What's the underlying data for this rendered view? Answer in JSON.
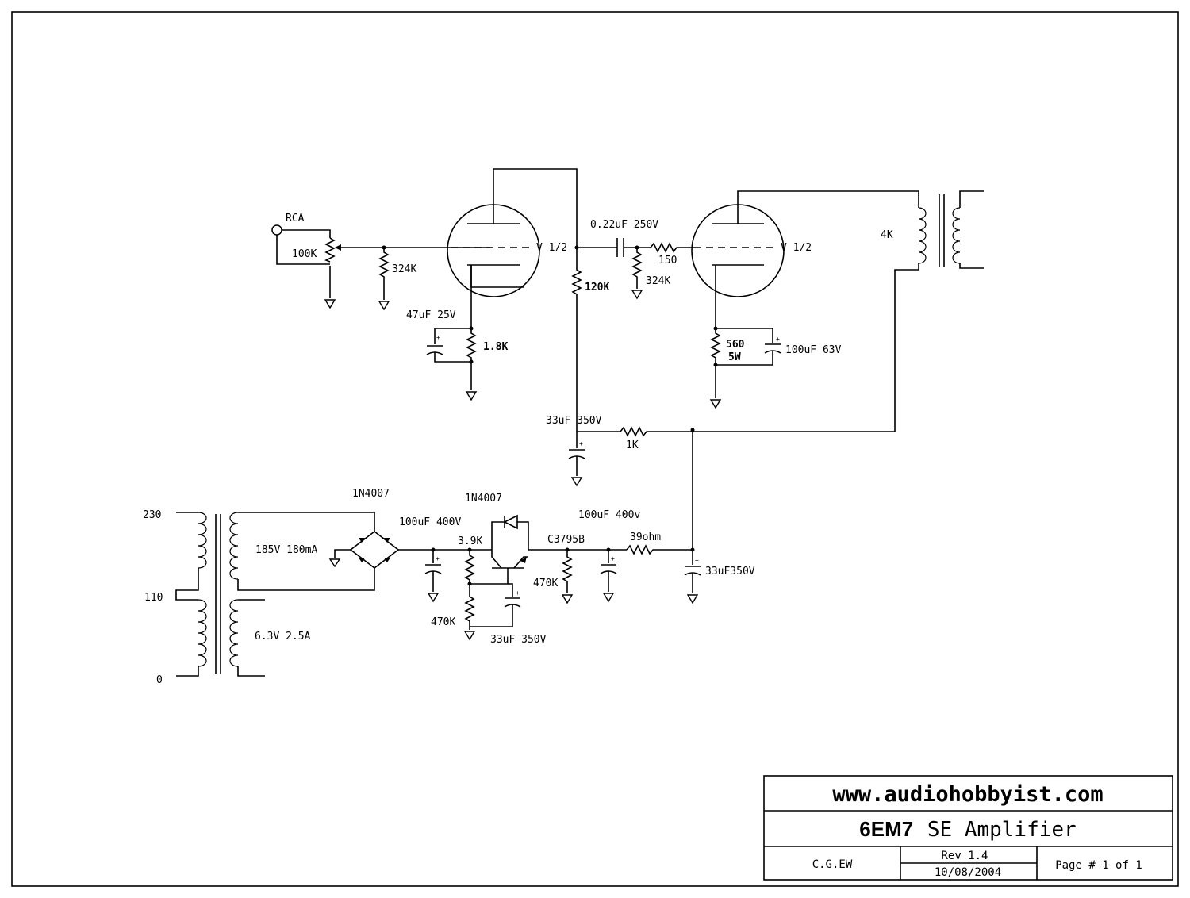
{
  "schematic": {
    "input": {
      "jack": "RCA",
      "volume_pot": "100K"
    },
    "stage1": {
      "tube": "V 1/2",
      "grid_resistor": "324K",
      "cathode_cap": "47uF 25V",
      "cathode_resistor": "1.8K",
      "plate_resistor": "120K"
    },
    "coupling": {
      "cap": "0.22uF 250V",
      "grid_leak": "324K",
      "grid_stopper": "150"
    },
    "stage2": {
      "tube": "V 1/2",
      "cathode_resistor_value": "560",
      "cathode_resistor_power": "5W",
      "cathode_cap": "100uF 63V",
      "output_transformer": "4K"
    },
    "supply": {
      "node_cap": "33uF 350V",
      "dropping_resistor": "1K",
      "mains_tap_230": "230",
      "mains_tap_110": "110",
      "mains_tap_0": "0",
      "hv_secondary": "185V 180mA",
      "heater_secondary": "6.3V 2.5A",
      "bridge_diode": "1N4007",
      "first_filter_cap": "100uF 400V",
      "reg_resistor_top": "3.9K",
      "reg_diode": "1N4007",
      "reg_resistor_bottom": "470K",
      "reg_cap": "33uF 350V",
      "transistor": "C3795B",
      "bleeder_resistor": "470K",
      "second_filter_cap": "100uF 400v",
      "series_resistor": "39ohm",
      "output_cap": "33uF350V"
    }
  },
  "title_block": {
    "website": "www.audiohobbyist.com",
    "title_bold": "6EM7",
    "title_rest": "SE Amplifier",
    "author": "C.G.EW",
    "revision": "Rev 1.4",
    "date": "10/08/2004",
    "page": "Page # 1 of 1"
  }
}
